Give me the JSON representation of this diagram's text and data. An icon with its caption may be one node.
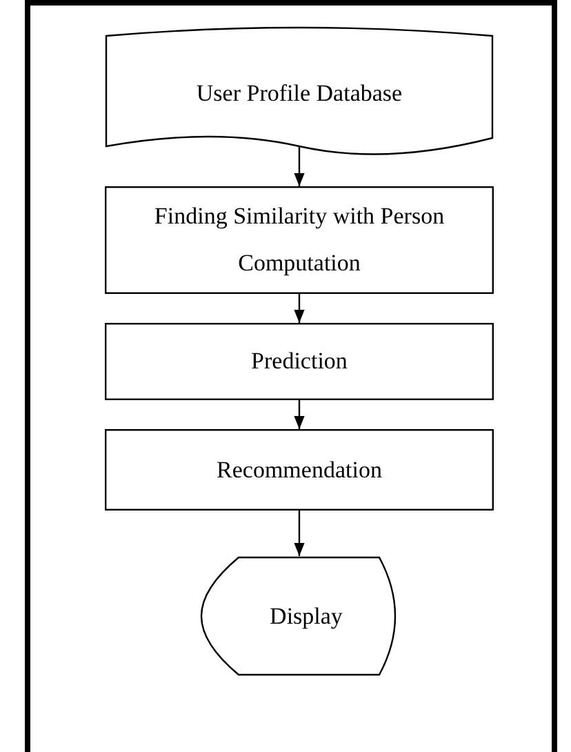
{
  "diagram": {
    "nodes": [
      {
        "text": [
          "User Profile Database"
        ]
      },
      {
        "text": [
          "Finding Similarity with Person Computation"
        ]
      },
      {
        "text": [
          "Prediction"
        ]
      },
      {
        "text": [
          "Recommendation"
        ]
      },
      {
        "text": [
          "Display"
        ]
      }
    ],
    "edges": [
      {
        "from": 0,
        "to": 1,
        "arrow": "to"
      },
      {
        "from": 1,
        "to": 2,
        "arrow": "to"
      },
      {
        "from": 2,
        "to": 3,
        "arrow": "to"
      },
      {
        "from": 3,
        "to": 4,
        "arrow": "to"
      }
    ]
  }
}
